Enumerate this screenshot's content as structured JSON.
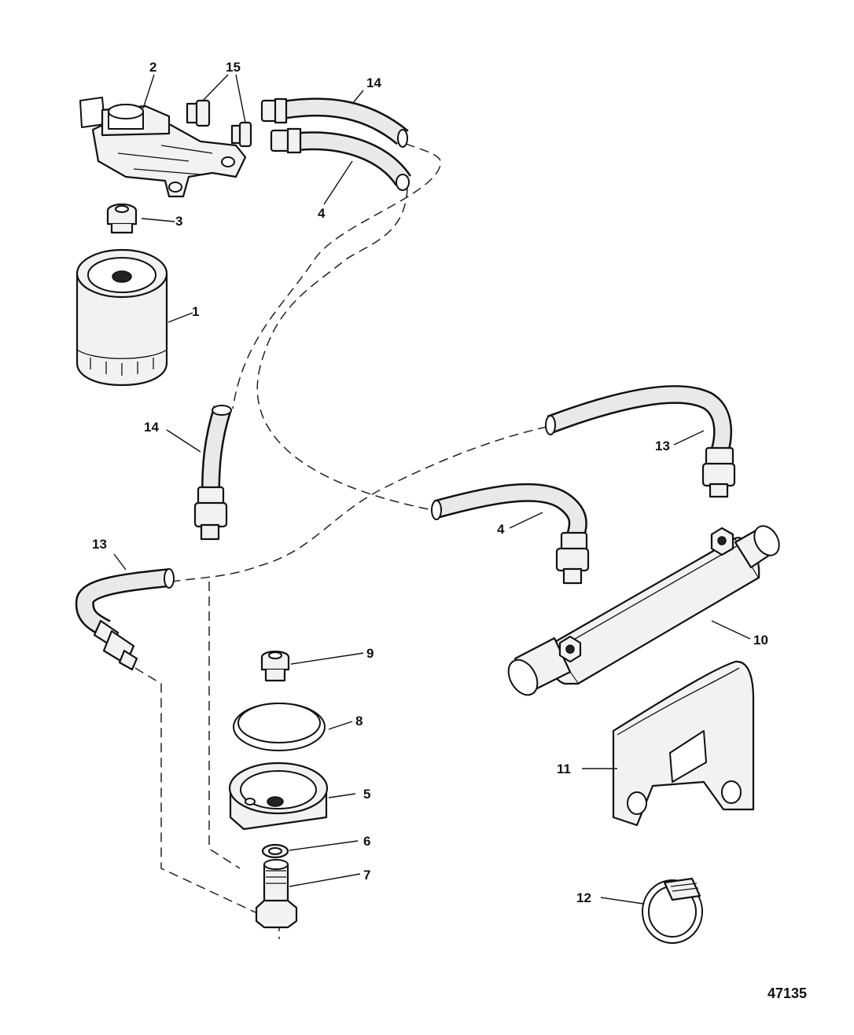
{
  "figure_number": "47135",
  "callouts": {
    "oil_filter": "1",
    "filter_adapter": "2",
    "fitting_adapter": "3",
    "hose_cooler_return": "4",
    "hose_cooler_supply": "4",
    "remote_adapter": "5",
    "sealing_washer": "6",
    "adapter_bolt": "7",
    "o_ring": "8",
    "fitting_remote": "9",
    "oil_cooler": "10",
    "bracket": "11",
    "hose_clamp": "12",
    "hose_upper_right": "13",
    "hose_lower_left": "13",
    "hose_upper": "14",
    "hose_left": "14",
    "fittings": "15"
  }
}
